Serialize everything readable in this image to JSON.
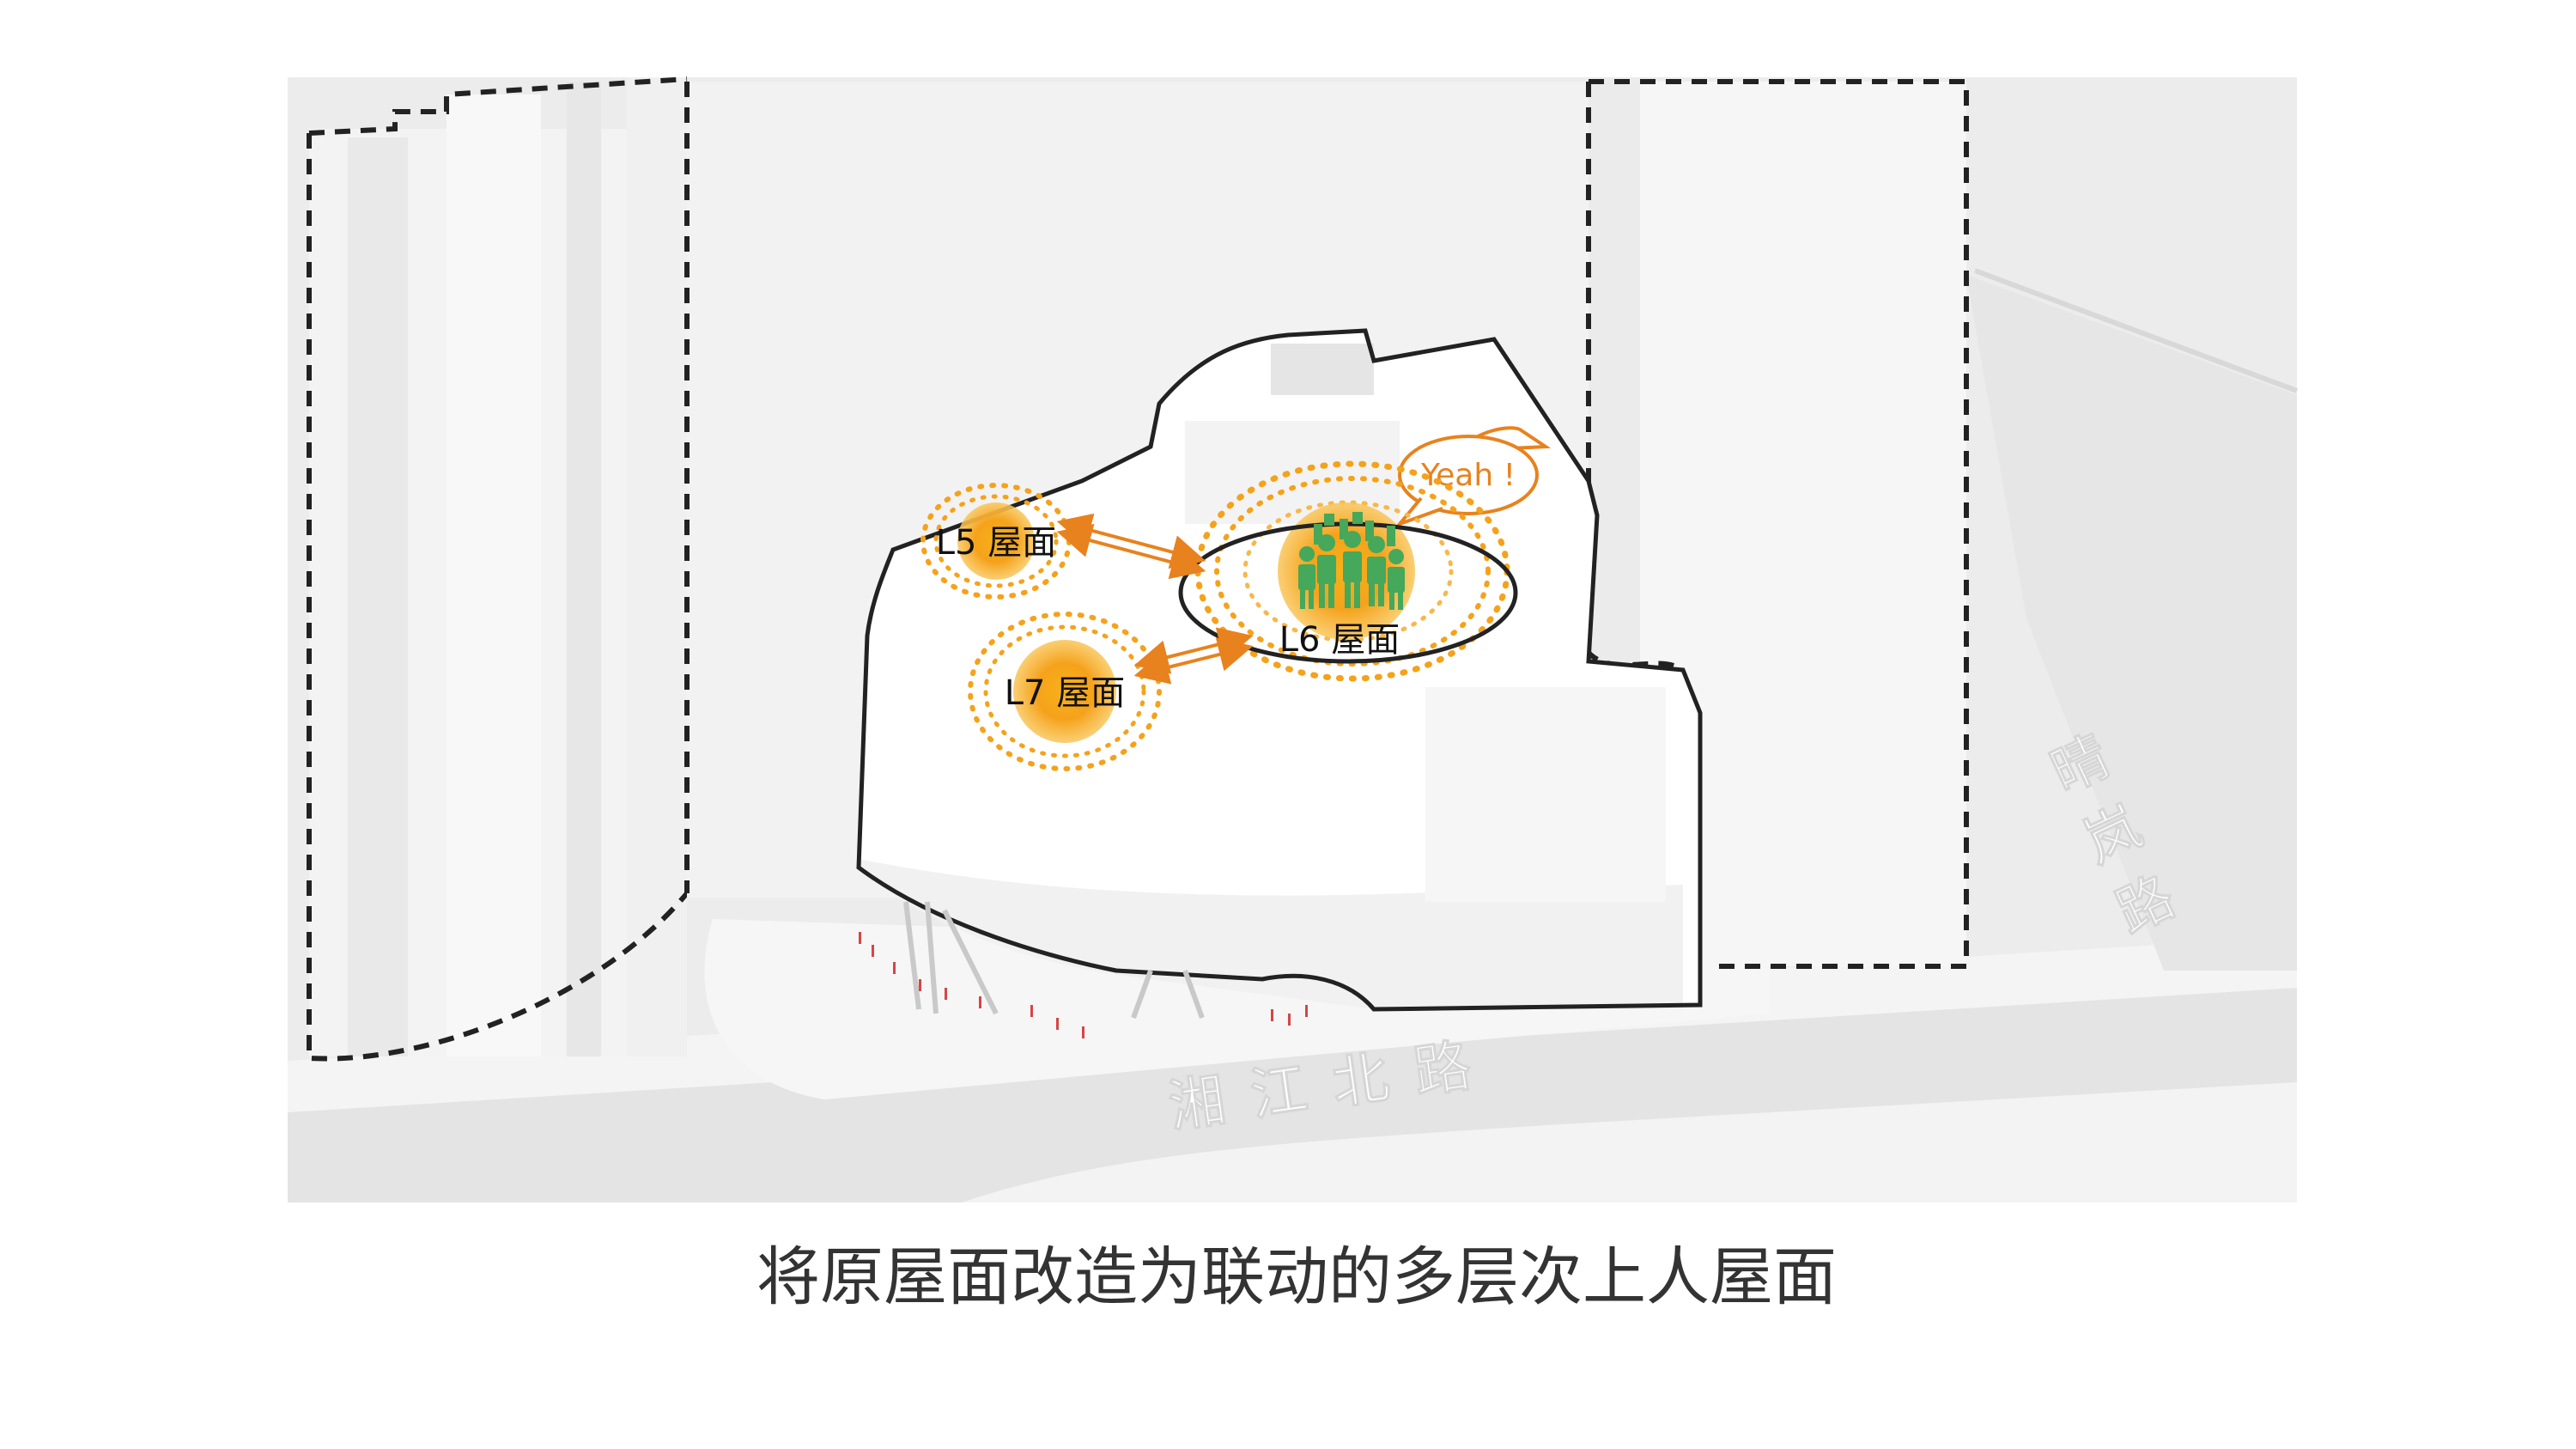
{
  "caption": "将原屋面改造为联动的多层次上人屋面",
  "roofs": {
    "l5": "L5 屋面",
    "l6": "L6 屋面",
    "l7": "L7 屋面"
  },
  "speech_bubble": "Yeah !",
  "streets": {
    "xiangjiang_north": "湘江北路",
    "qinglan": [
      "晴",
      "岚",
      "路"
    ]
  },
  "colors": {
    "accent_orange": "#f5a21b",
    "bubble_orange": "#e8821e",
    "people_green": "#45a85b",
    "outline": "#222222"
  }
}
